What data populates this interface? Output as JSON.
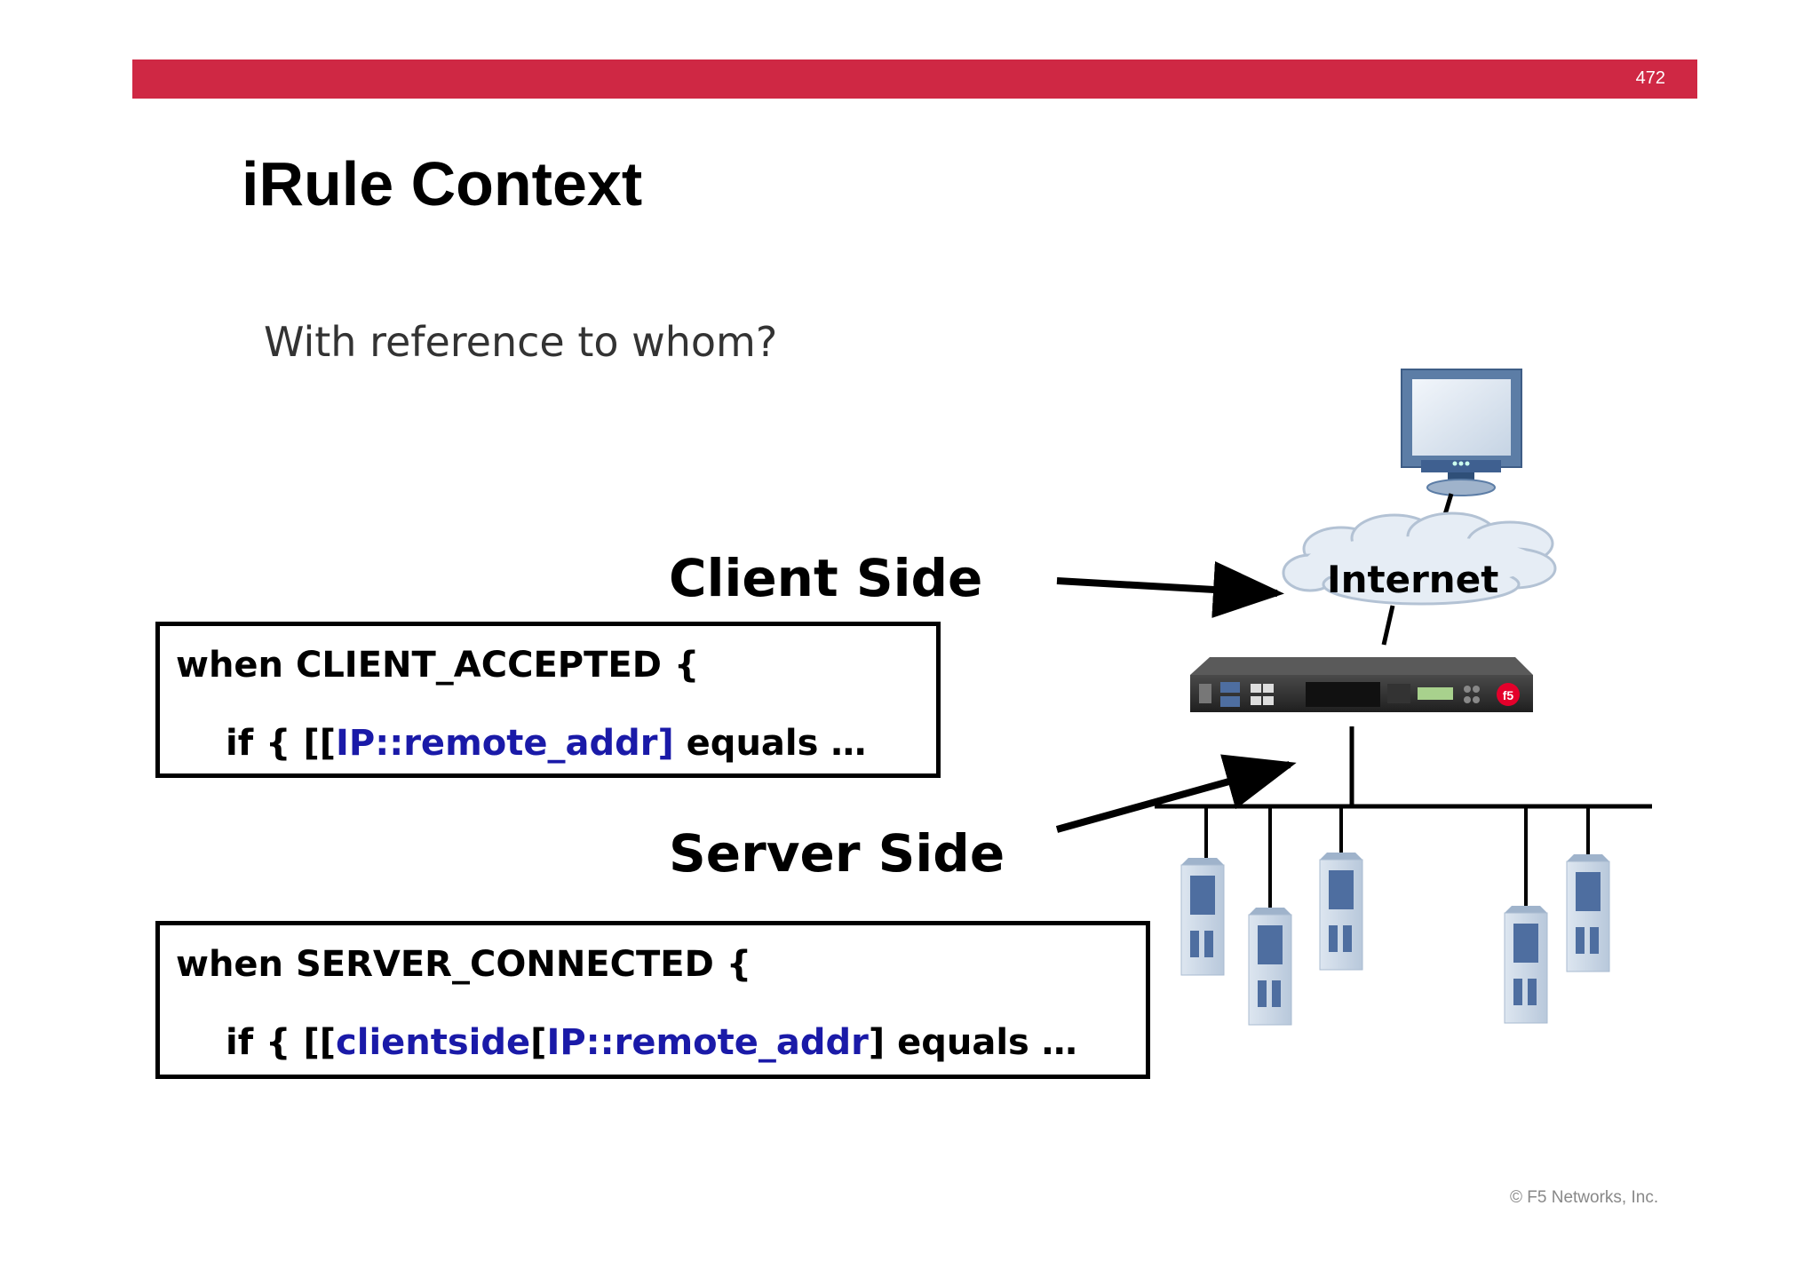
{
  "header": {
    "page_number": "472"
  },
  "slide": {
    "title": "iRule Context",
    "subtitle": "With reference to whom?",
    "client_label": "Client Side",
    "server_label": "Server Side",
    "client_code": {
      "line1": "when CLIENT_ACCEPTED {",
      "line2_prefix": "if { [[",
      "line2_blue": "IP::remote_addr]",
      "line2_suffix": " equals …"
    },
    "server_code": {
      "line1": "when SERVER_CONNECTED {",
      "line2_prefix": "if { [[",
      "line2_blue1": "clientside",
      "line2_mid": "[",
      "line2_blue2": "IP::remote_addr",
      "line2_suffix": "] equals …"
    }
  },
  "diagram": {
    "internet_label": "Internet",
    "icons": [
      "monitor-icon",
      "cloud-icon",
      "load-balancer-appliance-icon",
      "server-icon"
    ],
    "colors": {
      "accent_bar": "#cf2844",
      "code_blue": "#1a1aa8",
      "brand_f5": "#e4002b"
    }
  },
  "footer": {
    "copyright": "© F5 Networks, Inc."
  }
}
